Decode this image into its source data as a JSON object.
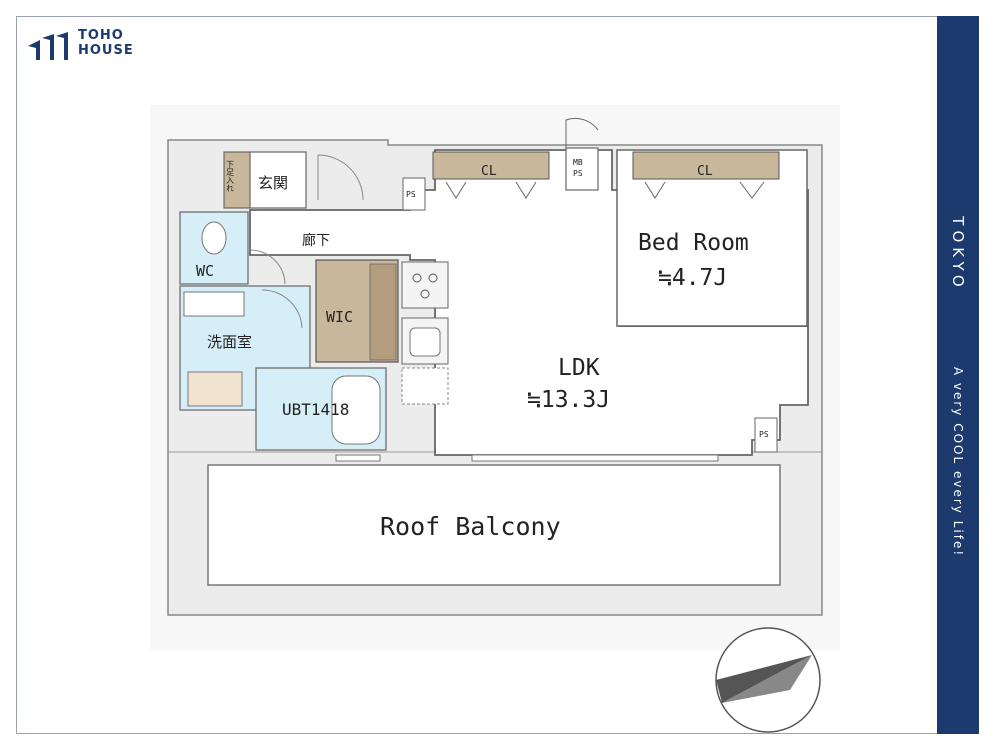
{
  "brand": {
    "logo_line1": "TOHO",
    "logo_line2": "HOUSE",
    "side_title": "TOKYO",
    "side_tagline": "A very COOL every Life!"
  },
  "colors": {
    "brand_navy": "#1c3a6e",
    "wet_area_blue": "#d6eef8",
    "closet_tan": "#c9b79c",
    "wall_gray": "#e6e6e6"
  },
  "rooms": {
    "genkan": "玄関",
    "shoes": "下足入れ",
    "corridor": "廊下",
    "wc": "WC",
    "washroom": "洗面室",
    "wic": "WIC",
    "ubt": "UBT1418",
    "cl_left": "CL",
    "cl_right": "CL",
    "mb_ps_1": "MB",
    "mb_ps_2": "PS",
    "ps_a": "PS",
    "ps_b": "PS",
    "bedroom_name": "Bed Room",
    "bedroom_size": "≒4.7J",
    "ldk_name": "LDK",
    "ldk_size": "≒13.3J",
    "balcony": "Roof Balcony"
  },
  "icons": {
    "compass": "north-arrow-icon",
    "logo": "toho-house-logo-icon"
  }
}
